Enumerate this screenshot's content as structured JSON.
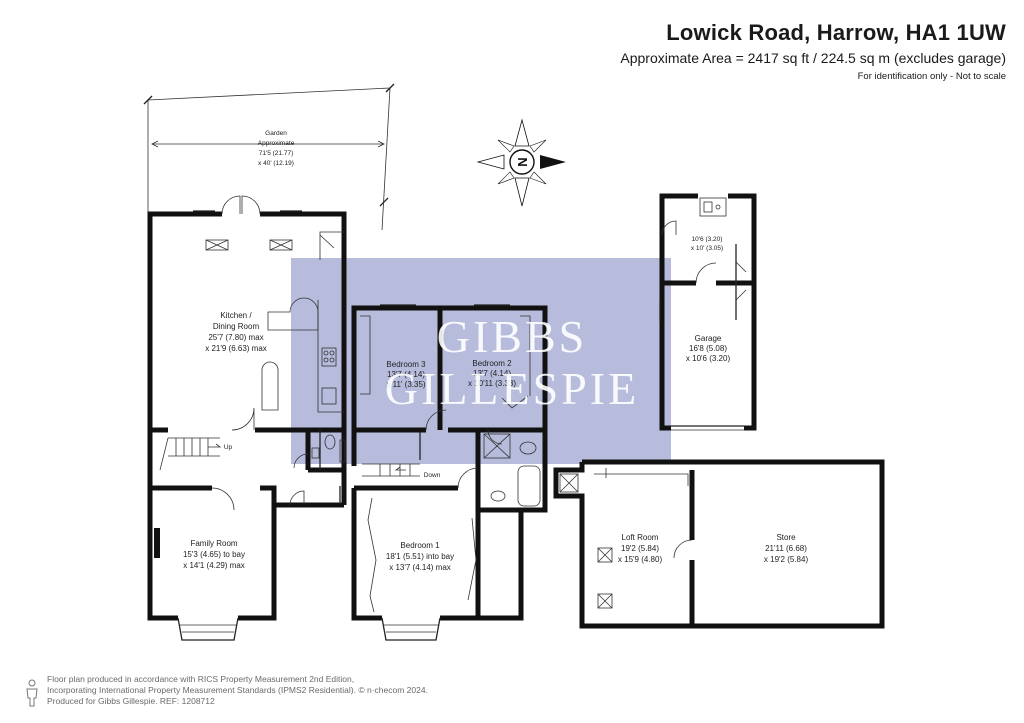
{
  "header": {
    "title": "Lowick Road, Harrow, HA1 1UW",
    "area": "Approximate Area = 2417 sq ft / 224.5 sq m (excludes garage)",
    "note": "For identification only - Not to scale"
  },
  "compass": {
    "label": "N"
  },
  "watermark": {
    "line1": "GIBBS",
    "line2": "GILLESPIE",
    "color": "#8a93c6"
  },
  "rooms": {
    "garden": {
      "name": "Garden",
      "line1": "Approximate",
      "line2": "71'5 (21.77)",
      "line3": "x 40' (12.19)"
    },
    "kitchen": {
      "name": "Kitchen /",
      "line1": "Dining Room",
      "line2": "25'7 (7.80) max",
      "line3": "x 21'9 (6.63) max"
    },
    "family": {
      "name": "Family Room",
      "line1": "15'3 (4.65) to bay",
      "line2": "x 14'1 (4.29) max"
    },
    "bedroom3": {
      "name": "Bedroom 3",
      "line1": "13'7 (4.14)",
      "line2": "x 11' (3.35)"
    },
    "bedroom2": {
      "name": "Bedroom 2",
      "line1": "13'7 (4.14)",
      "line2": "x 10'11 (3.33)"
    },
    "bedroom1": {
      "name": "Bedroom 1",
      "line1": "18'1 (5.51) into bay",
      "line2": "x 13'7 (4.14) max"
    },
    "utility": {
      "line1": "10'6 (3.20)",
      "line2": "x 10' (3.05)"
    },
    "garage": {
      "name": "Garage",
      "line1": "16'8 (5.08)",
      "line2": "x 10'6 (3.20)"
    },
    "loft": {
      "name": "Loft Room",
      "line1": "19'2 (5.84)",
      "line2": "x 15'9 (4.80)"
    },
    "store": {
      "name": "Store",
      "line1": "21'11 (6.68)",
      "line2": "x 19'2 (5.84)"
    }
  },
  "stairs": {
    "up": "Up",
    "down": "Down"
  },
  "footer": {
    "line1": "Floor plan produced in accordance with RICS Property Measurement 2nd Edition,",
    "line2": "Incorporating International Property Measurement Standards (IPMS2 Residential). © n·checom 2024.",
    "line3": "Produced for Gibbs Gillespie.   REF: 1208712"
  }
}
